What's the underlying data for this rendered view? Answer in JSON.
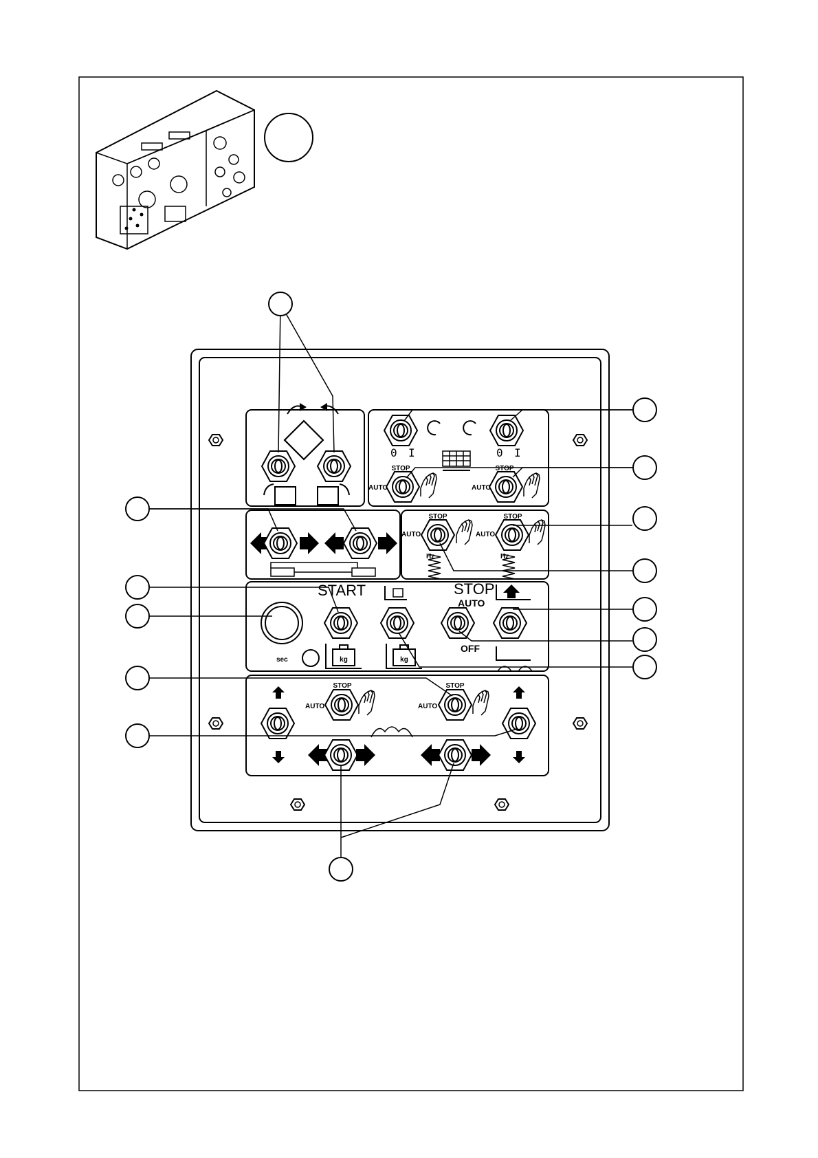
{
  "labels": {
    "start": "START",
    "stop_top": "STOP",
    "auto_top": "AUTO",
    "off": "OFF",
    "stop": "STOP",
    "auto": "AUTO",
    "sec": "sec",
    "kg": "kg",
    "zero": "0",
    "one": "I",
    "hz": "Hz"
  },
  "icons": {
    "overview": "control-console-overview-icon",
    "arrow": "arrow-icon",
    "hand": "manual-hand-icon",
    "spring": "vibration-spring-icon",
    "weight": "weight-kg-icon",
    "rotate": "rotate-arrow-icon",
    "toggle": "toggle-switch-icon",
    "button": "push-button-icon",
    "lamp": "indicator-lamp-icon",
    "bolt": "mounting-bolt-icon"
  }
}
